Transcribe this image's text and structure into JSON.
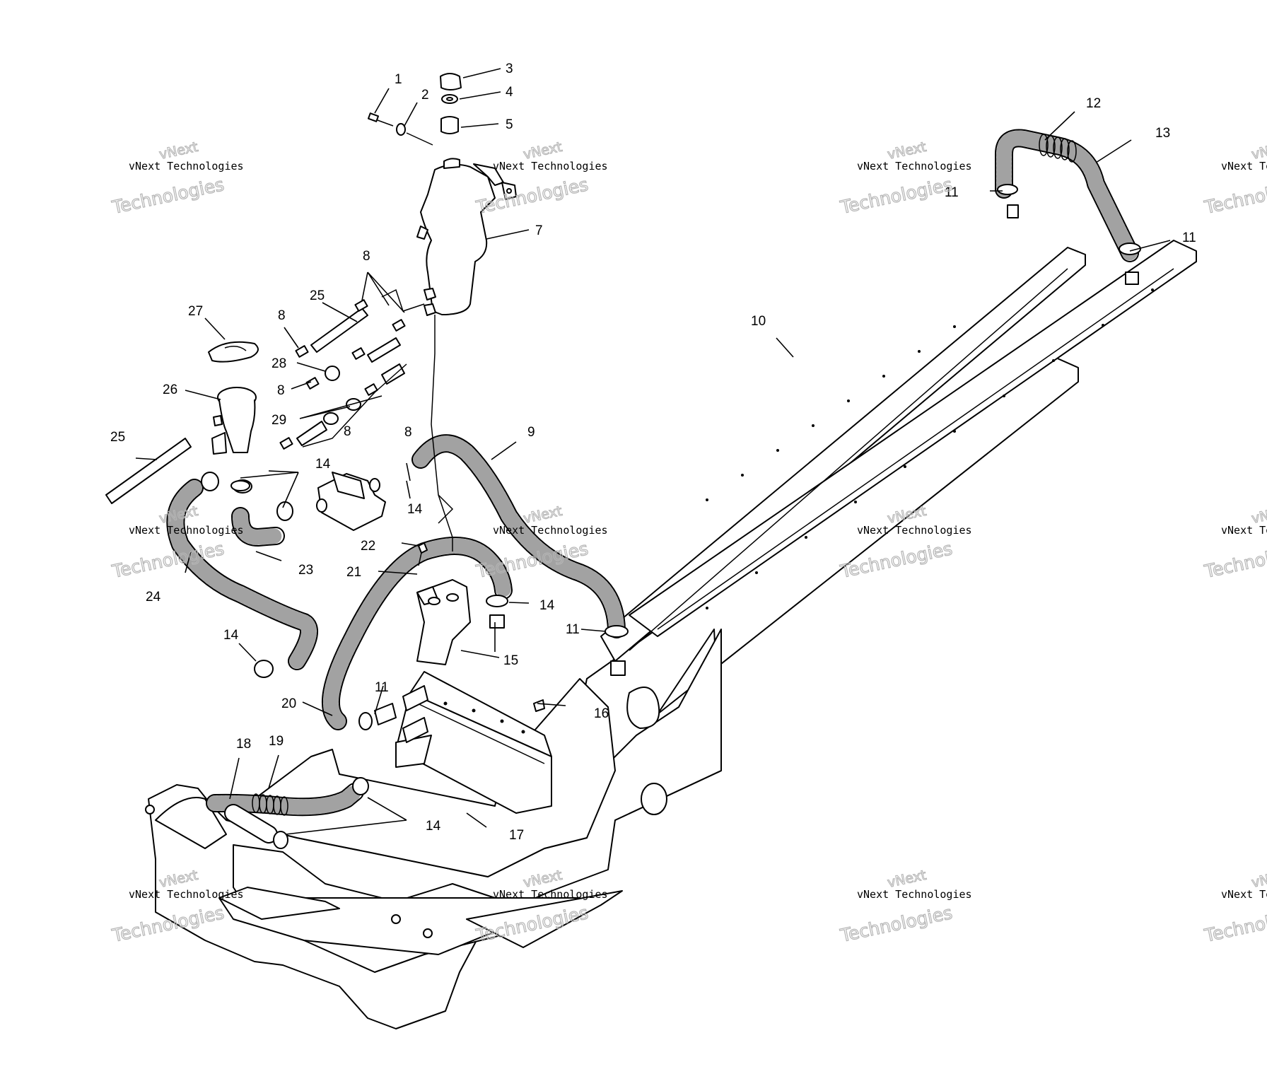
{
  "diagram": {
    "callouts": [
      "1",
      "2",
      "3",
      "4",
      "5",
      "7",
      "8",
      "8",
      "8",
      "25",
      "27",
      "28",
      "8",
      "26",
      "29",
      "25",
      "8",
      "9",
      "14",
      "14",
      "12",
      "13",
      "11",
      "11",
      "10",
      "22",
      "21",
      "23",
      "24",
      "14",
      "14",
      "15",
      "11",
      "16",
      "11",
      "20",
      "18",
      "19",
      "14",
      "17"
    ]
  },
  "watermark": {
    "line": "vNext Technologies",
    "logo_top": "vNext",
    "logo_bottom": "Technologies"
  }
}
